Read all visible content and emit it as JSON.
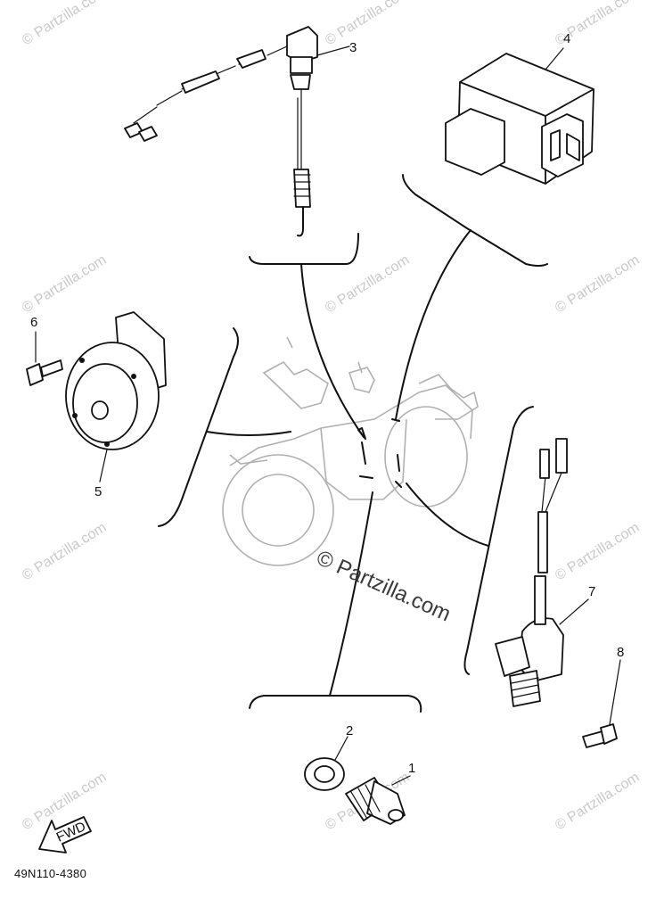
{
  "watermark": {
    "corner_text": "© Partzilla.com",
    "center_text": "© Partzilla.com"
  },
  "diagram_code": "49N110-4380",
  "fwd_label": "FWD",
  "callouts": [
    {
      "id": "1",
      "label": "1"
    },
    {
      "id": "2",
      "label": "2"
    },
    {
      "id": "3",
      "label": "3"
    },
    {
      "id": "4",
      "label": "4"
    },
    {
      "id": "5",
      "label": "5"
    },
    {
      "id": "6",
      "label": "6"
    },
    {
      "id": "7",
      "label": "7"
    },
    {
      "id": "8",
      "label": "8"
    }
  ],
  "colors": {
    "line": "#111111",
    "bike_outline": "#b0b0b0",
    "watermark": "#c9c9c9"
  }
}
